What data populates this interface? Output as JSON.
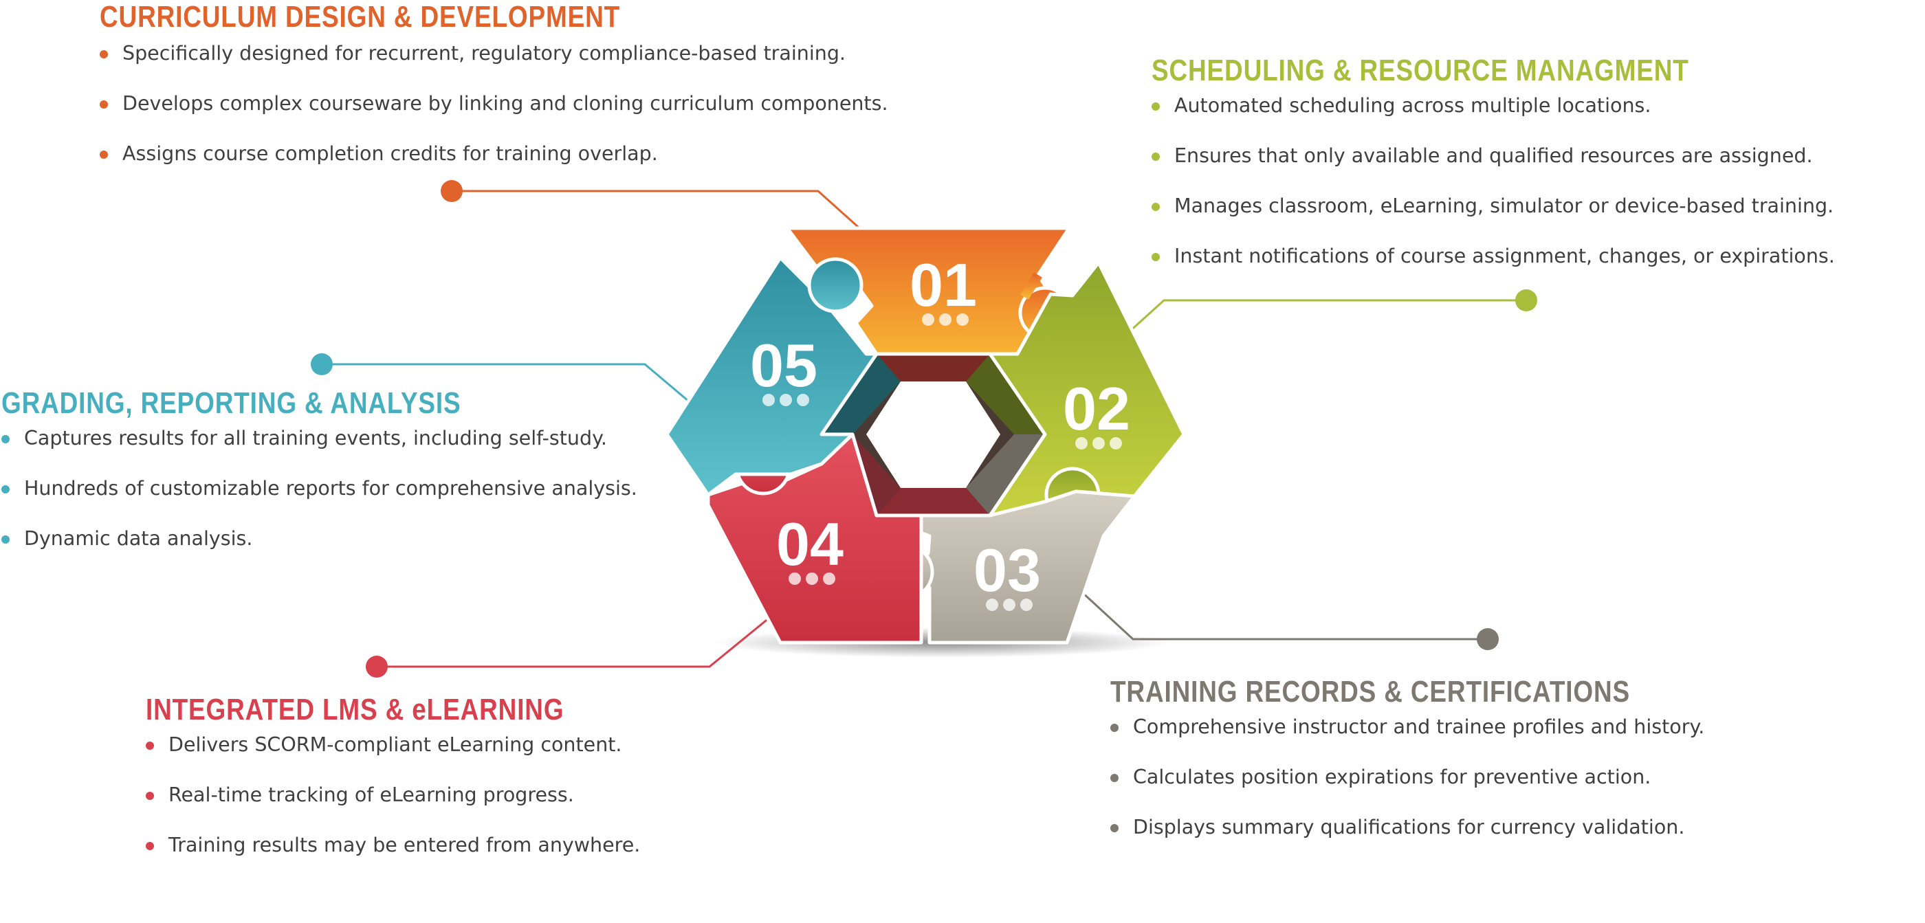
{
  "colors": {
    "orange": "#E0632B",
    "green": "#A8BD3A",
    "teal": "#46AFBF",
    "red": "#D9404E",
    "gray": "#7D7970"
  },
  "puzzle": {
    "p1": {
      "number": "01",
      "icon": "ellipsis-dots-icon"
    },
    "p2": {
      "number": "02",
      "icon": "ellipsis-dots-icon"
    },
    "p3": {
      "number": "03",
      "icon": "ellipsis-dots-icon"
    },
    "p4": {
      "number": "04",
      "icon": "ellipsis-dots-icon"
    },
    "p5": {
      "number": "05",
      "icon": "ellipsis-dots-icon"
    }
  },
  "sections": {
    "curriculum": {
      "title": "CURRICULUM DESIGN & DEVELOPMENT",
      "items": [
        "Specifically designed for recurrent, regulatory compliance-based training.",
        "Develops complex courseware by linking and cloning curriculum components.",
        "Assigns course completion credits for training overlap."
      ]
    },
    "scheduling": {
      "title": "SCHEDULING & RESOURCE MANAGMENT",
      "items": [
        "Automated scheduling across multiple locations.",
        "Ensures that only available and qualified resources are assigned.",
        "Manages classroom, eLearning, simulator or device-based training.",
        "Instant notifications of course assignment, changes, or expirations."
      ]
    },
    "grading": {
      "title": "GRADING, REPORTING & ANALYSIS",
      "items": [
        "Captures results for all training events, including self-study.",
        "Hundreds of customizable reports for comprehensive analysis.",
        "Dynamic data analysis."
      ]
    },
    "lms": {
      "title": "INTEGRATED LMS & eLEARNING",
      "items": [
        "Delivers SCORM-compliant eLearning content.",
        "Real-time tracking of eLearning progress.",
        "Training results may be entered from anywhere."
      ]
    },
    "records": {
      "title": "TRAINING RECORDS & CERTIFICATIONS",
      "items": [
        "Comprehensive instructor and trainee profiles and history.",
        "Calculates position expirations for preventive action.",
        "Displays summary qualifications for currency validation."
      ]
    }
  }
}
